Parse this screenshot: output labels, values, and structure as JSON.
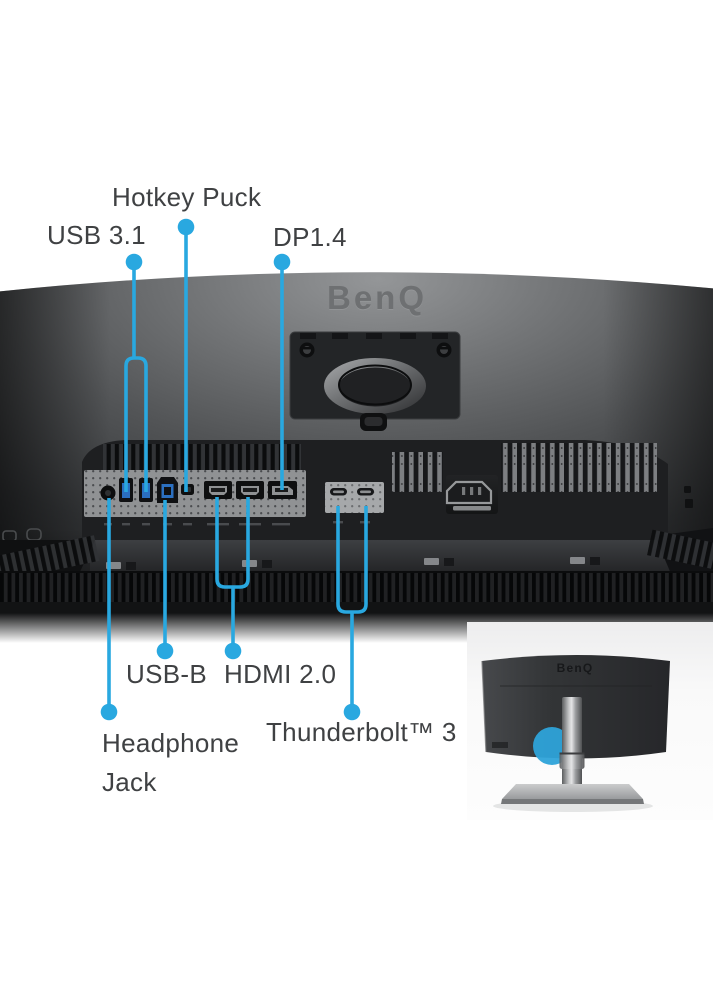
{
  "colors": {
    "accent": "#29a8e0",
    "label": "#3f4143",
    "background": "#ffffff",
    "monitor_body_dark": "#232425",
    "panel_gray": "#909294"
  },
  "callouts": {
    "hotkey_puck": "Hotkey Puck",
    "usb_3_1": "USB 3.1",
    "dp_1_4": "DP1.4",
    "usb_b": "USB-B",
    "hdmi_2_0": "HDMI 2.0",
    "headphone_jack_line1": "Headphone",
    "headphone_jack_line2": "Jack",
    "thunderbolt_3": "Thunderbolt™ 3"
  },
  "monitor": {
    "brand_logo": "BenQ",
    "ports": [
      "headphone-jack",
      "usb-3.1-port-1",
      "usb-3.1-port-2",
      "usb-b-port",
      "hotkey-puck-connector",
      "hdmi-2.0-port-1",
      "hdmi-2.0-port-2",
      "displayport-1.4",
      "thunderbolt-3-port-1",
      "thunderbolt-3-port-2",
      "ac-power-inlet",
      "kensington-lock-slot"
    ]
  },
  "inset": {
    "brand_logo": "BenQ",
    "highlight": "ports-location-highlight"
  }
}
